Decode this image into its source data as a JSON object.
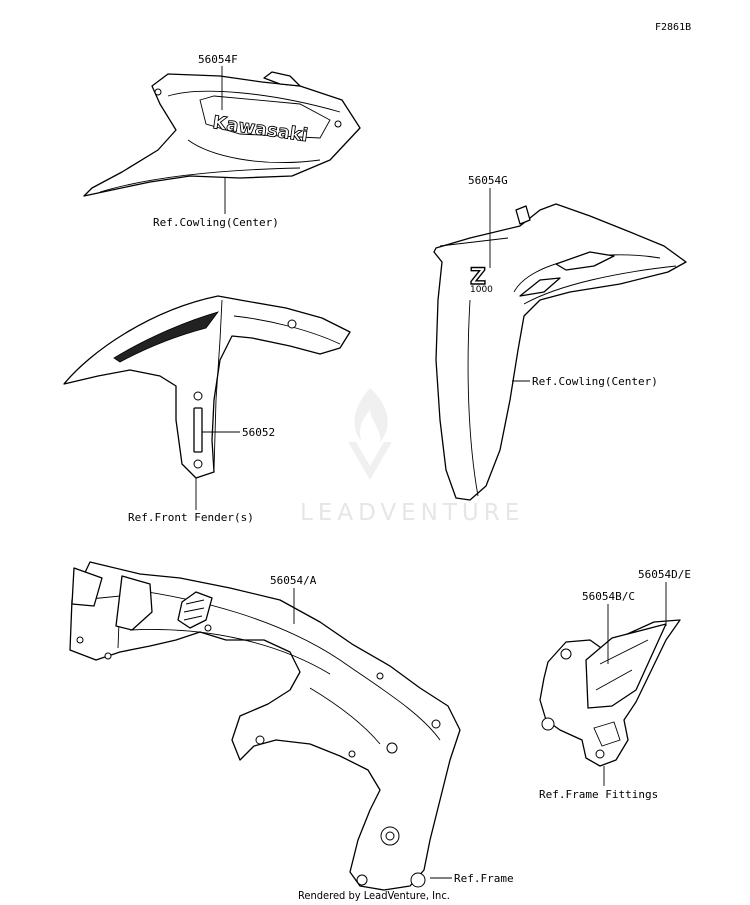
{
  "diagram_code": "F2861B",
  "watermark": "LEADVENTURE",
  "footer": "Rendered by LeadVenture, Inc.",
  "callouts": {
    "part_56054f": "56054F",
    "ref_cowling_center_1": "Ref.Cowling(Center)",
    "part_56054g": "56054G",
    "ref_cowling_center_2": "Ref.Cowling(Center)",
    "part_56052": "56052",
    "ref_front_fender": "Ref.Front Fender(s)",
    "part_56054a": "56054/A",
    "part_56054de": "56054D/E",
    "part_56054bc": "56054B/C",
    "ref_frame_fittings": "Ref.Frame Fittings",
    "ref_frame": "Ref.Frame"
  },
  "decal_text": {
    "brand": "Kawasaki",
    "model_letter": "Z",
    "model_number": "1000"
  }
}
